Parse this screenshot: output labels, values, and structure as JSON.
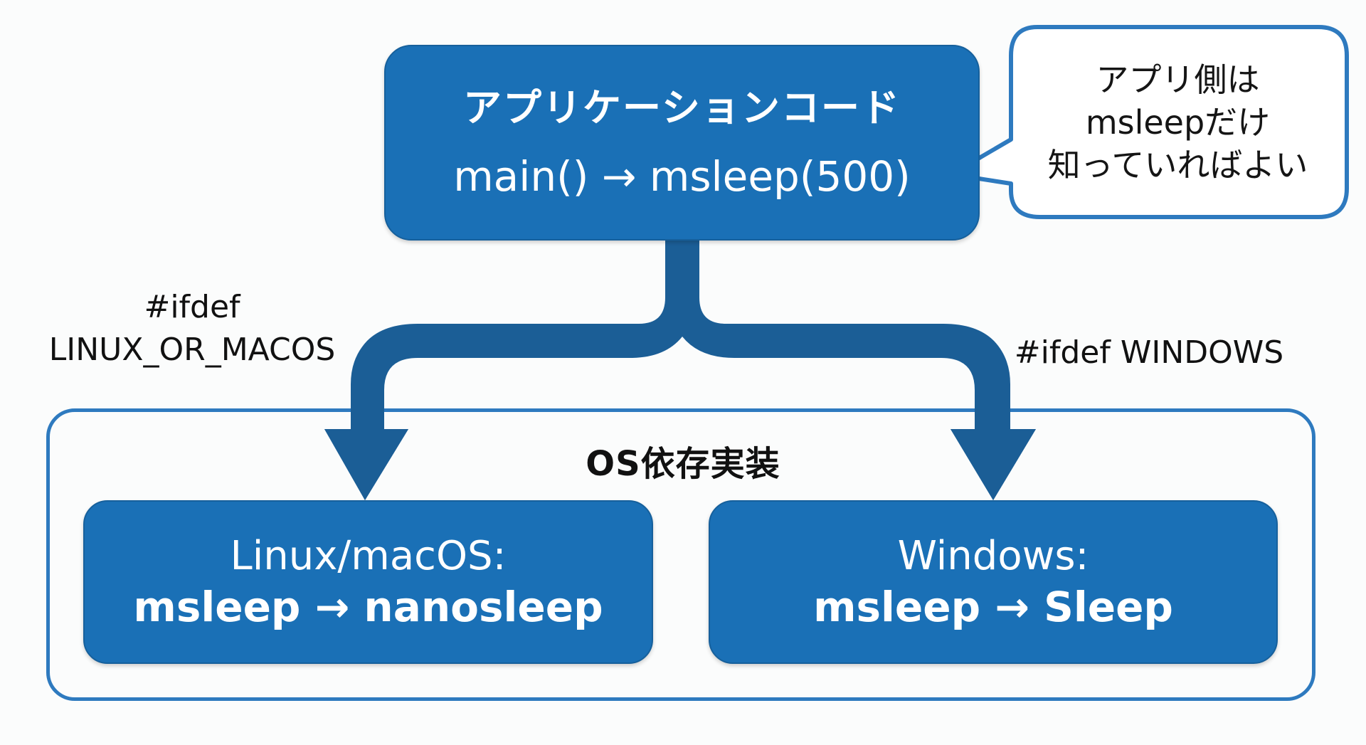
{
  "colors": {
    "box_fill": "#1a70b6",
    "arrow": "#1b5e96",
    "outline": "#2e7abf",
    "background": "#fbfcfc",
    "text_dark": "#111111",
    "text_light": "#ffffff"
  },
  "app_box": {
    "title": "アプリケーションコード",
    "code": "main() → msleep(500)"
  },
  "callout": {
    "lines": [
      "アプリ側は",
      "msleepだけ",
      "知っていればよい"
    ]
  },
  "branches": {
    "left_condition": [
      "#ifdef",
      "LINUX_OR_MACOS"
    ],
    "right_condition": [
      "#ifdef WINDOWS"
    ]
  },
  "container": {
    "title": "OS依存実装"
  },
  "implementations": [
    {
      "platform": "Linux/macOS:",
      "mapping": "msleep → nanosleep"
    },
    {
      "platform": "Windows:",
      "mapping": "msleep → Sleep"
    }
  ]
}
